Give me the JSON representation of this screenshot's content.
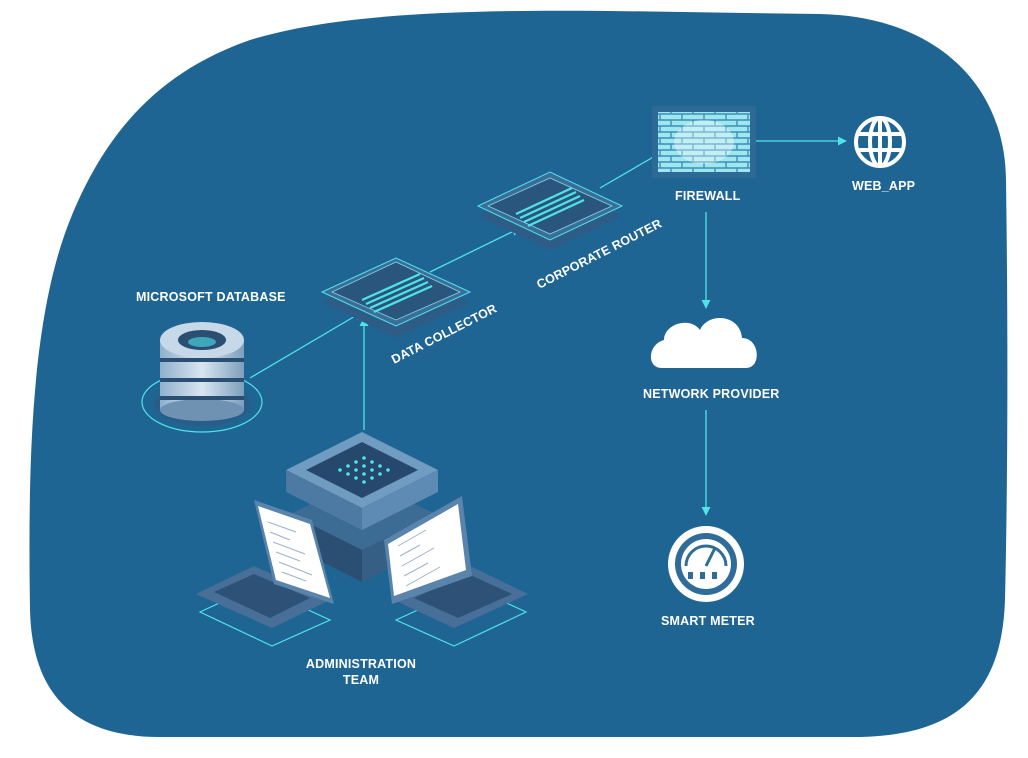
{
  "colors": {
    "background": "#ffffff",
    "blob": "#1f6594",
    "connector": "#4fe3ea",
    "node_dark": "#2b4f73",
    "node_mid": "#3d6d95",
    "node_light": "#6f9cc0",
    "white": "#ffffff"
  },
  "nodes": {
    "microsoft_database": {
      "label": "MICROSOFT DATABASE",
      "icon": "database-cylinder-icon"
    },
    "data_collector": {
      "label": "DATA COLLECTOR",
      "icon": "collector-chip-icon"
    },
    "corporate_router": {
      "label": "CORPORATE ROUTER",
      "icon": "router-chip-icon"
    },
    "firewall": {
      "label": "FIREWALL",
      "icon": "brick-wall-icon"
    },
    "web_app": {
      "label": "WEB_APP",
      "icon": "globe-icon"
    },
    "network_provider": {
      "label": "NETWORK PROVIDER",
      "icon": "cloud-icon"
    },
    "smart_meter": {
      "label": "SMART METER",
      "icon": "gauge-icon"
    },
    "administration_team": {
      "label_line1": "ADMINISTRATION",
      "label_line2": "TEAM",
      "icon": "server-and-laptops-icon"
    }
  },
  "edges": [
    {
      "from": "microsoft_database",
      "to": "data_collector"
    },
    {
      "from": "administration_team",
      "to": "data_collector"
    },
    {
      "from": "data_collector",
      "to": "corporate_router"
    },
    {
      "from": "corporate_router",
      "to": "firewall"
    },
    {
      "from": "firewall",
      "to": "web_app"
    },
    {
      "from": "firewall",
      "to": "network_provider"
    },
    {
      "from": "network_provider",
      "to": "smart_meter"
    }
  ]
}
